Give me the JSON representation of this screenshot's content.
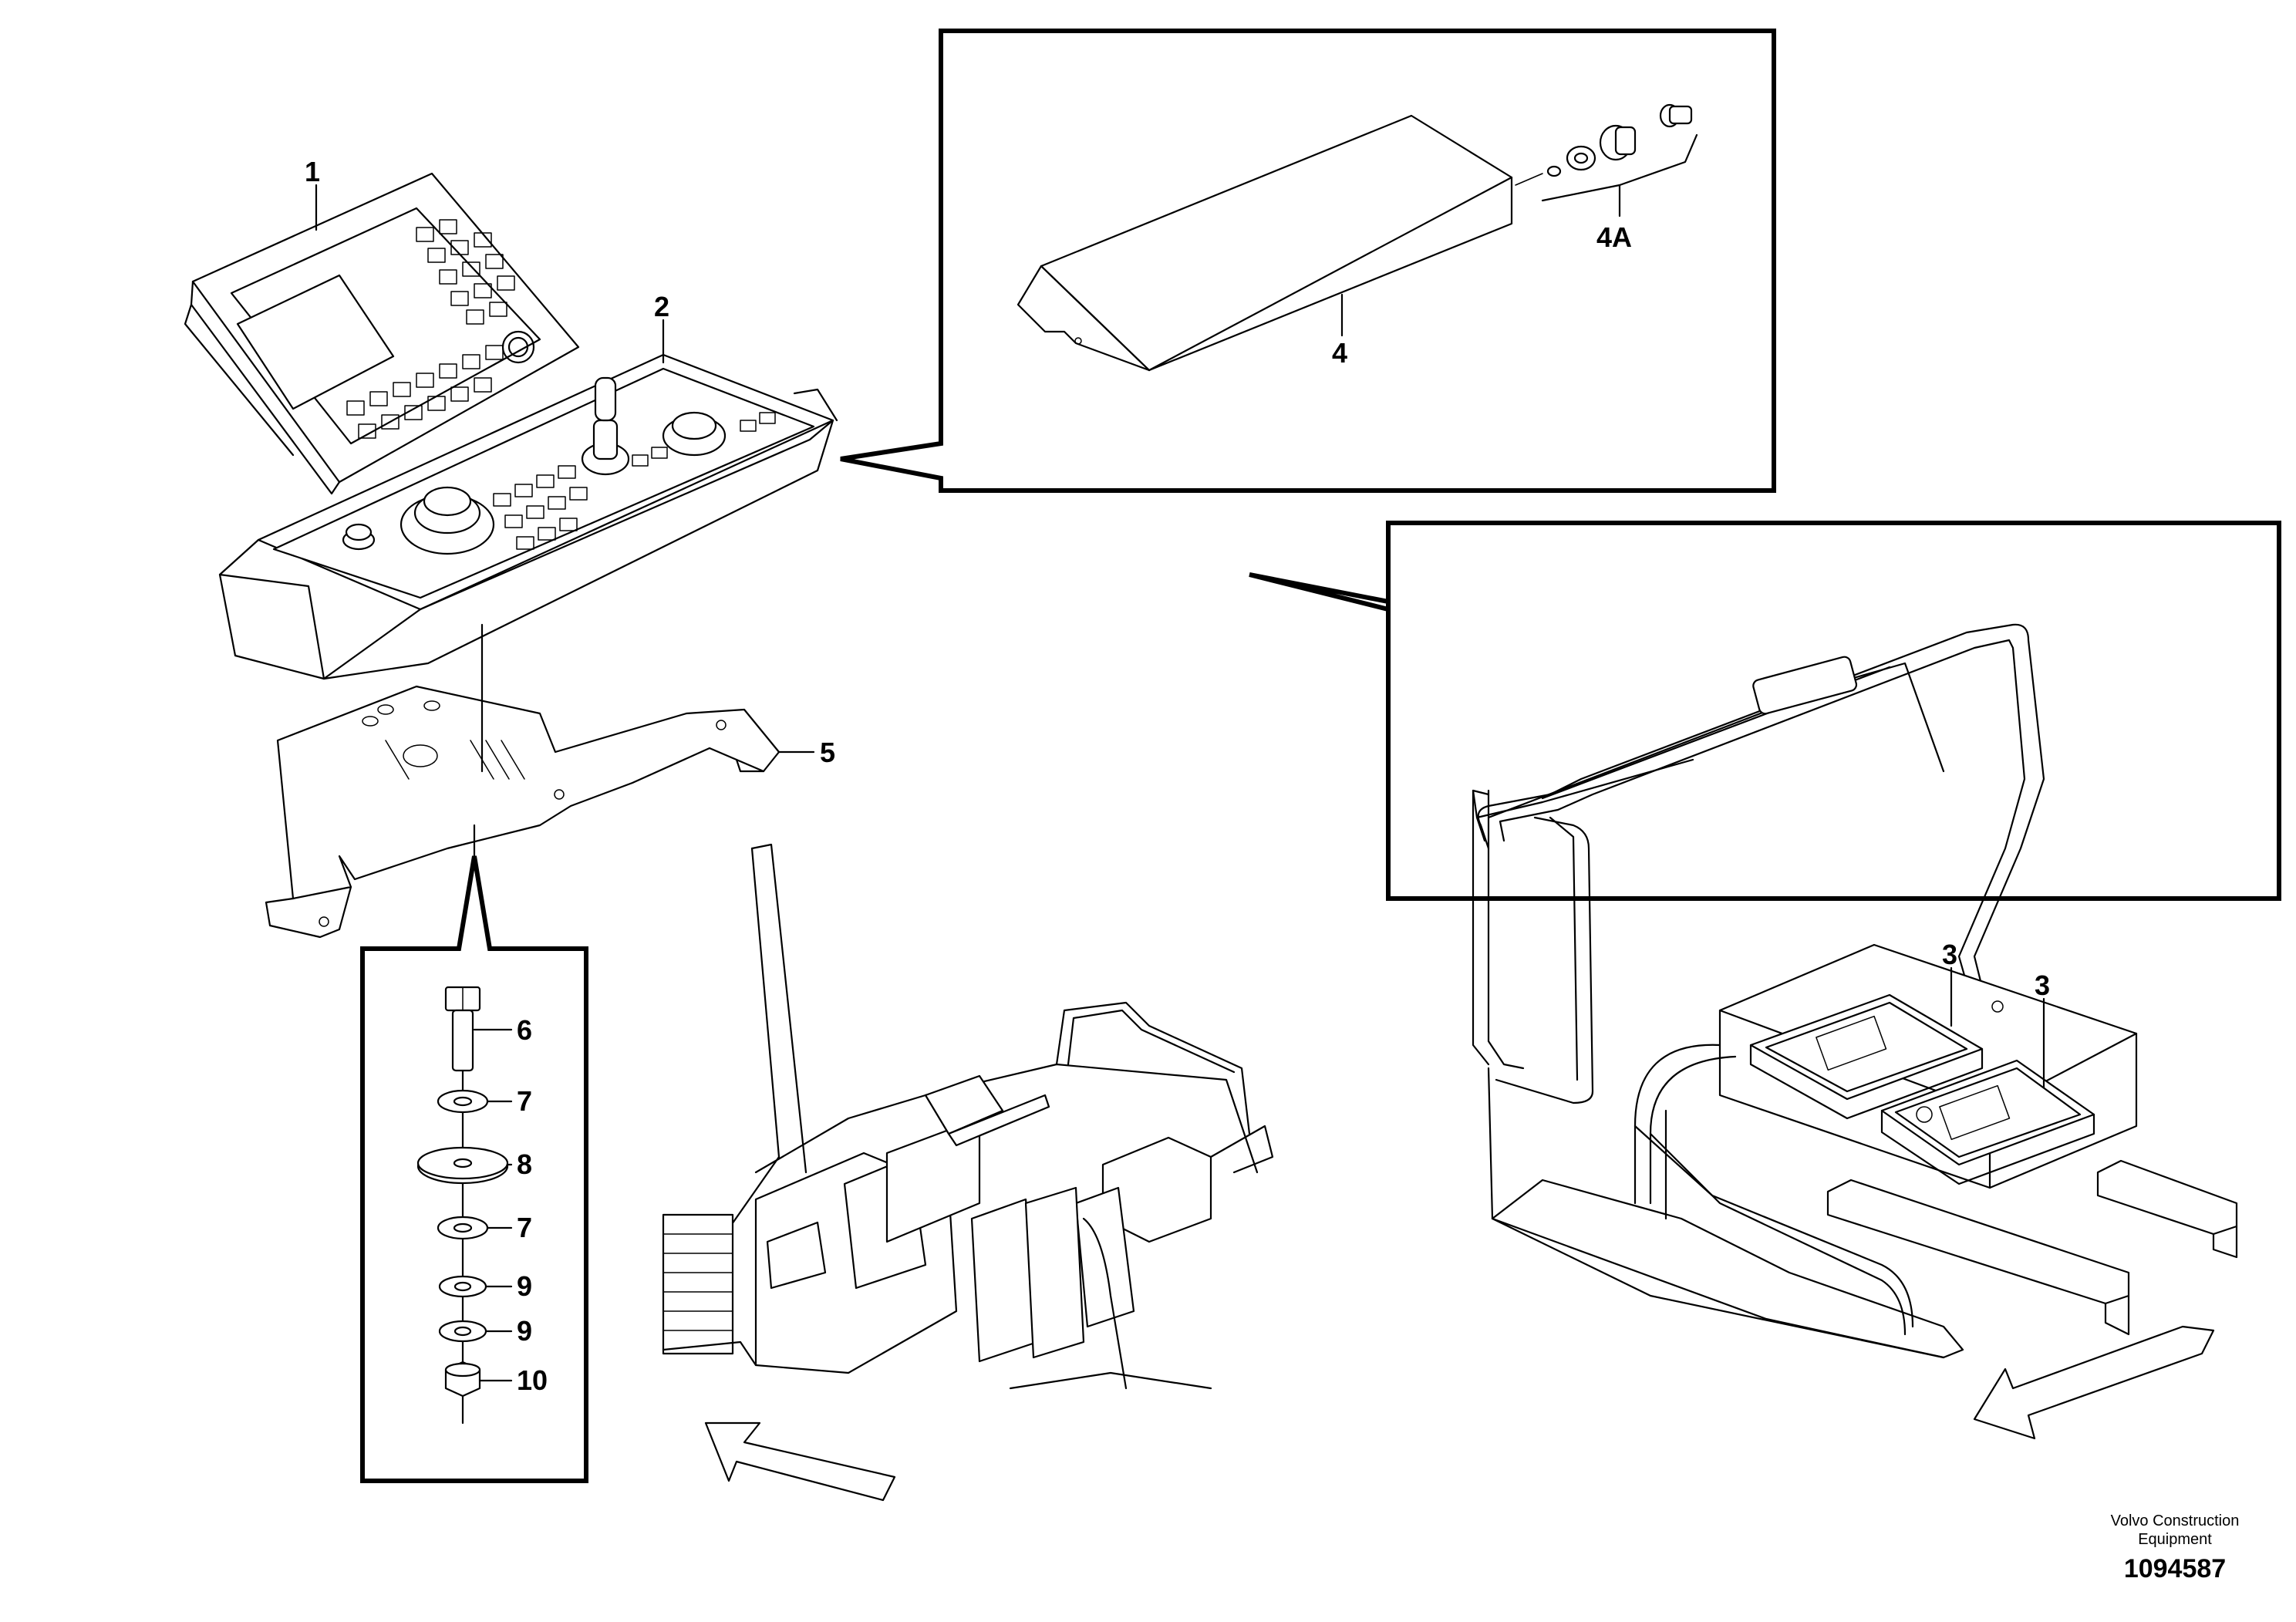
{
  "labels": {
    "l1": "1",
    "l2": "2",
    "l3a": "3",
    "l3b": "3",
    "l4": "4",
    "l4a": "4A",
    "l5": "5",
    "l6": "6",
    "l7a": "7",
    "l8": "8",
    "l7b": "7",
    "l9a": "9",
    "l9b": "9",
    "l10": "10"
  },
  "credit": {
    "line1": "Volvo Construction",
    "line2": "Equipment"
  },
  "document_number": "1094587"
}
